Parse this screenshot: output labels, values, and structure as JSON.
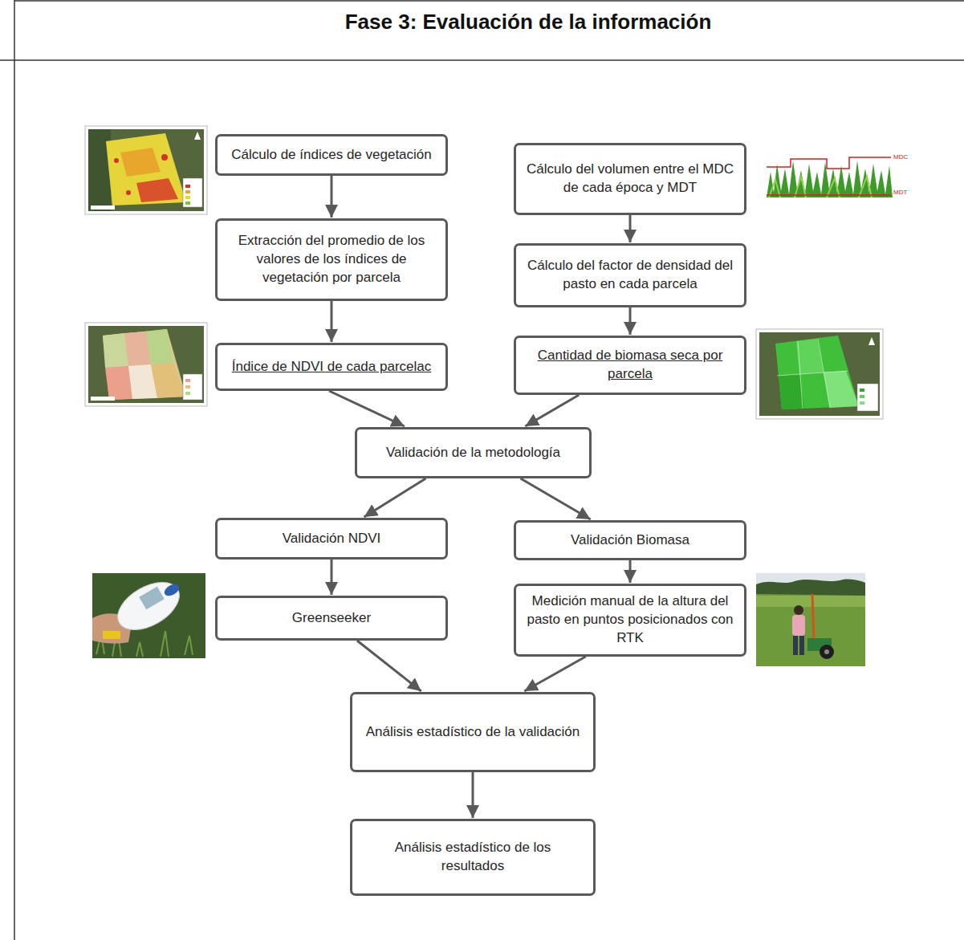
{
  "diagram": {
    "title": "Fase 3: Evaluación de la información",
    "nodes": [
      {
        "text": [
          "Cálculo de índices de vegetación"
        ]
      },
      {
        "text": [
          "Cálculo del volumen entre el MDC de cada época y MDT"
        ]
      },
      {
        "text": [
          "Extracción del promedio de los valores de los índices de vegetación por parcela"
        ]
      },
      {
        "text": [
          "Cálculo del factor de densidad del pasto en cada parcela"
        ]
      },
      {
        "text": [
          "Índice de NDVI de cada parcelac"
        ]
      },
      {
        "text": [
          "Cantidad de biomasa seca por parcela"
        ]
      },
      {
        "text": [
          "Validación de la metodología"
        ]
      },
      {
        "text": [
          "Validación NDVI"
        ]
      },
      {
        "text": [
          "Validación Biomasa"
        ]
      },
      {
        "text": [
          "Greenseeker"
        ]
      },
      {
        "text": [
          "Medición manual de la altura del pasto en puntos posicionados con RTK"
        ]
      },
      {
        "text": [
          "Análisis estadístico de la validación"
        ]
      },
      {
        "text": [
          "Análisis estadístico de los resultados"
        ]
      }
    ],
    "edges": [
      {
        "from": 0,
        "to": 2,
        "arrow": "to"
      },
      {
        "from": 2,
        "to": 4,
        "arrow": "to"
      },
      {
        "from": 1,
        "to": 3,
        "arrow": "to"
      },
      {
        "from": 3,
        "to": 5,
        "arrow": "to"
      },
      {
        "from": 4,
        "to": 6,
        "arrow": "to"
      },
      {
        "from": 5,
        "to": 6,
        "arrow": "to"
      },
      {
        "from": 6,
        "to": 7,
        "arrow": "to"
      },
      {
        "from": 6,
        "to": 8,
        "arrow": "to"
      },
      {
        "from": 7,
        "to": 9,
        "arrow": "to"
      },
      {
        "from": 8,
        "to": 10,
        "arrow": "to"
      },
      {
        "from": 9,
        "to": 11,
        "arrow": "to"
      },
      {
        "from": 10,
        "to": 11,
        "arrow": "to"
      },
      {
        "from": 11,
        "to": 12,
        "arrow": "to"
      }
    ],
    "labels": [
      "MDC",
      "MDT"
    ]
  }
}
